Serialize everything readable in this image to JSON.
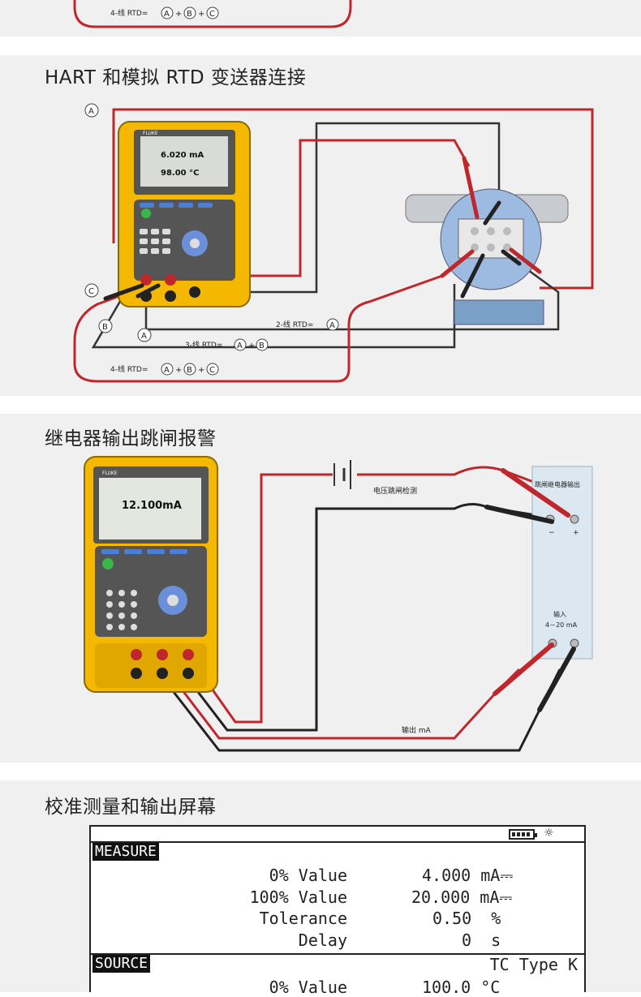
{
  "sections": {
    "top_cut": {
      "rtd4_label": "4-线 RTD=",
      "terms": [
        "A",
        "B",
        "C"
      ]
    },
    "hart": {
      "title": "HART 和模拟 RTD 变送器连接",
      "marker_a": "A",
      "marker_b": "B",
      "marker_c": "C",
      "rtd2_label": "2-线 RTD=",
      "rtd2_terms": [
        "A"
      ],
      "rtd3_label": "3-线 RTD=",
      "rtd3_terms": [
        "A",
        "B"
      ],
      "rtd4_label": "4-线 RTD=",
      "rtd4_terms": [
        "A",
        "B",
        "C"
      ],
      "device_reading_1": "6.020 mA",
      "device_reading_2": "98.00 °C",
      "brand": "FLUKE"
    },
    "relay": {
      "title": "继电器输出跳闸报警",
      "voltage_detect_label": "电压跳闸检测",
      "relay_out_label": "跳闸继电器输出",
      "input_label": "输入",
      "input_range": "4－20 mA",
      "output_label": "输出 mA",
      "device_reading": "12.100mA",
      "brand": "FLUKE"
    },
    "screen": {
      "title": "校准测量和输出屏幕",
      "measure_header": "MEASURE",
      "source_header": "SOURCE",
      "battery_icon": "battery-icon",
      "backlight_icon": "sun-icon",
      "measure_rows": [
        {
          "label": "0% Value",
          "value": "4.000 mA⎓"
        },
        {
          "label": "100% Value",
          "value": "20.000 mA⎓"
        },
        {
          "label": "Tolerance",
          "value": "0.50  %"
        },
        {
          "label": "Delay",
          "value": "0  s"
        }
      ],
      "source_type": "TC Type K",
      "source_rows": [
        {
          "label": "0% Value",
          "value": "100.0 °C"
        }
      ]
    }
  },
  "colors": {
    "wire_red": "#c0272d",
    "wire_black": "#222222",
    "device_yellow": "#f5b800",
    "band_gray": "#f0f0f0"
  }
}
